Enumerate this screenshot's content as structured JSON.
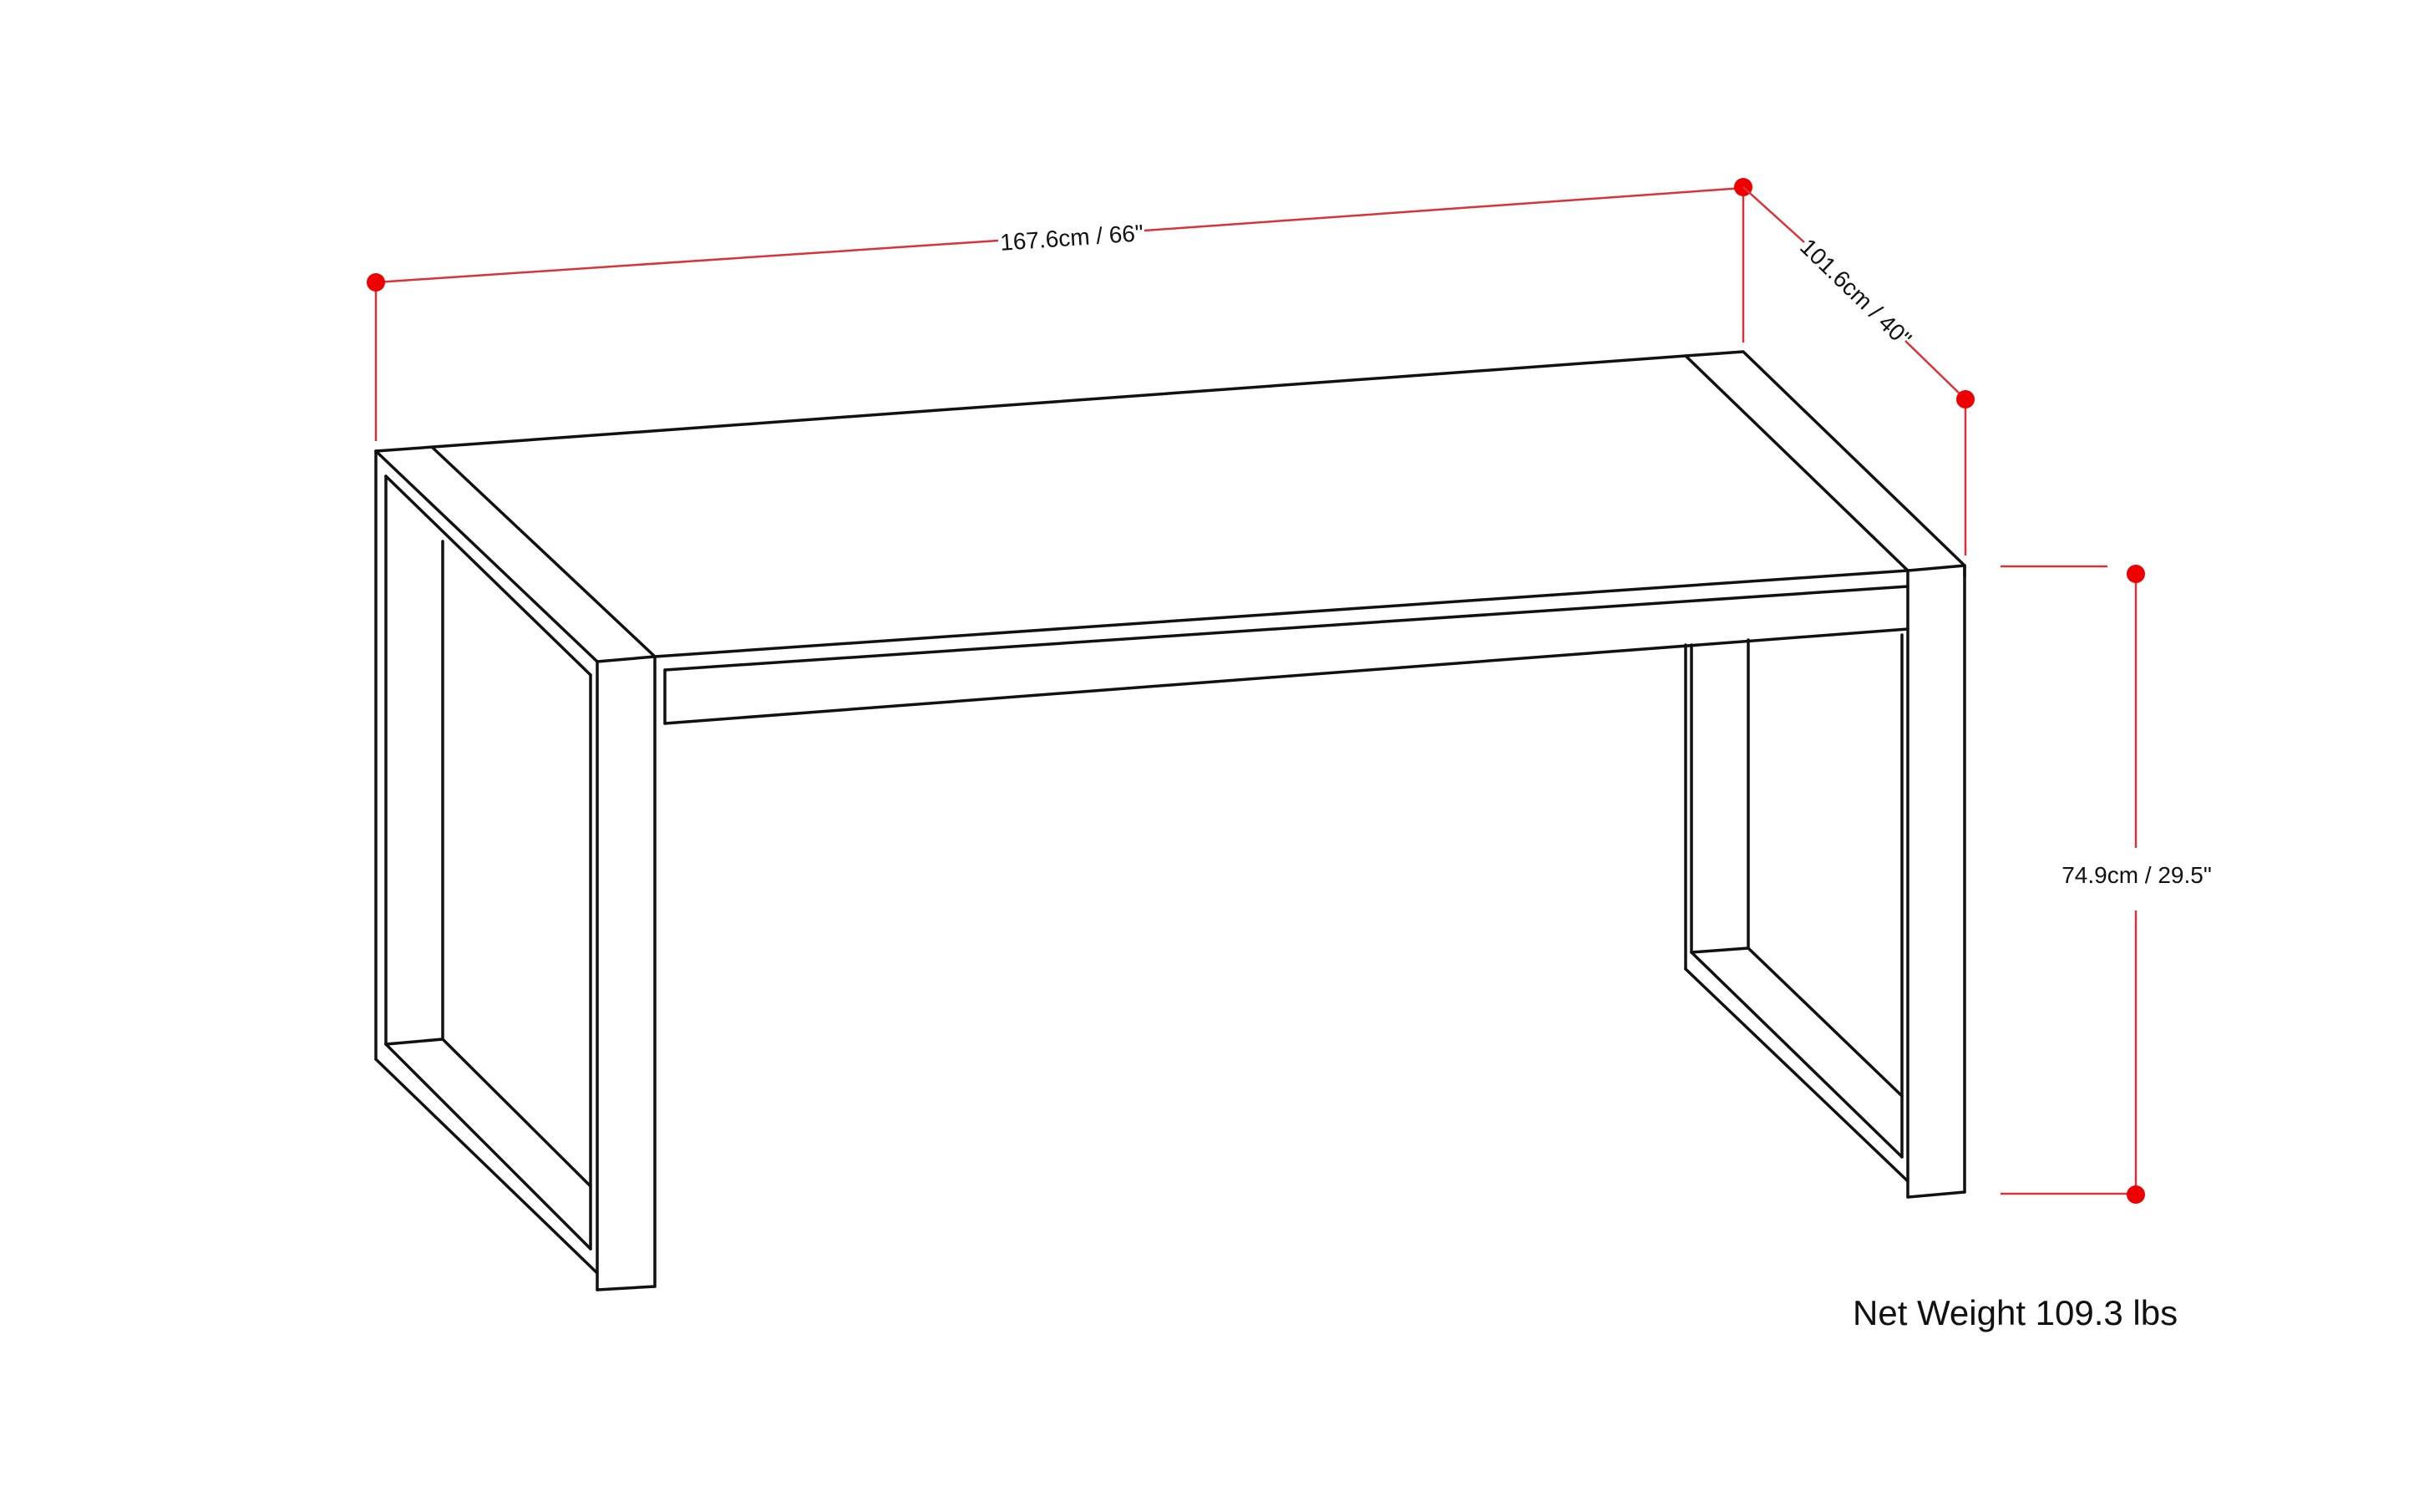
{
  "figure": {
    "subject": "Desk / table dimension line drawing",
    "colors": {
      "outline": "#111111",
      "dimension_line": "#d9333a",
      "dimension_dot": "#ee0000",
      "background": "#ffffff"
    }
  },
  "dimensions": {
    "width": {
      "label": "167.6cm / 66\"",
      "cm": 167.6,
      "in": 66
    },
    "depth": {
      "label": "101.6cm / 40\"",
      "cm": 101.6,
      "in": 40
    },
    "height": {
      "label": "74.9cm / 29.5\"",
      "cm": 74.9,
      "in": 29.5
    }
  },
  "weight": {
    "label": "Net Weight 109.3 lbs",
    "value": 109.3,
    "unit": "lbs"
  }
}
